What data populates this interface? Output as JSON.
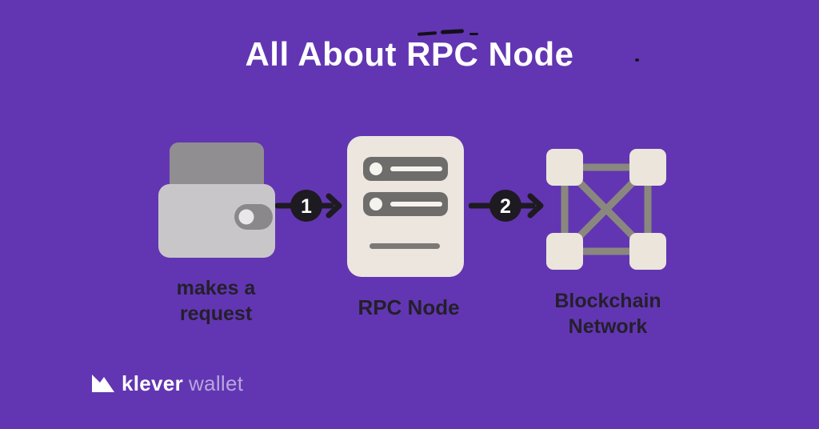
{
  "title": "All About RPC Node",
  "colors": {
    "background": "#6236B2",
    "title_text": "#FFFFFF",
    "label_text": "#241F2B",
    "arrow": "#1E1A21",
    "icon_cream": "#ECE6DF",
    "icon_bar_gray": "#6F6D6B",
    "wallet_body": "#C9C6C9",
    "wallet_card": "#918E91",
    "network_line": "#8A887E"
  },
  "diagram": {
    "nodes": [
      {
        "id": "wallet",
        "icon": "wallet-icon",
        "label": "makes a request"
      },
      {
        "id": "rpc-node",
        "icon": "server-icon",
        "label": "RPC Node"
      },
      {
        "id": "blockchain-network",
        "icon": "network-icon",
        "label": "Blockchain Network"
      }
    ],
    "arrows": [
      {
        "number": "1"
      },
      {
        "number": "2"
      }
    ]
  },
  "footer": {
    "brand_primary": "klever",
    "brand_secondary": "wallet"
  }
}
